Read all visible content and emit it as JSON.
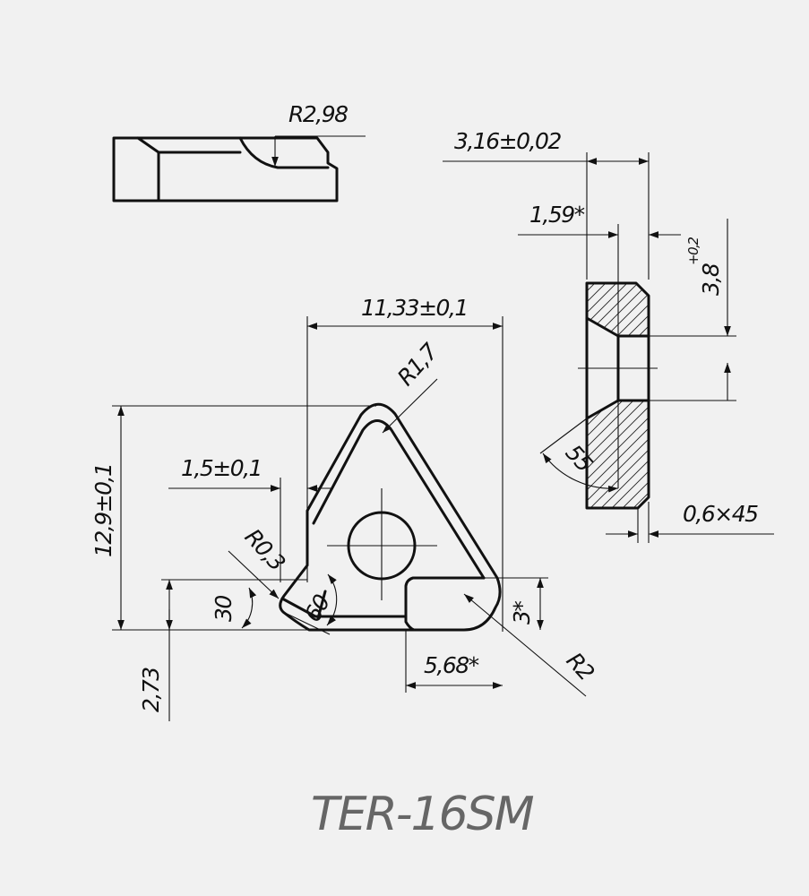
{
  "title": "TER-16SM",
  "dimensions": {
    "r_298": "R2,98",
    "thickness": "3,16±0,02",
    "depth_159": "1,59*",
    "hole_38": "3,8",
    "hole_38_tol": "+0,2",
    "angle_55": "55",
    "chamfer": "0,6×45",
    "width": "11,33±0,1",
    "r_17": "R1,7",
    "offset_15": "1,5±0,1",
    "height": "12,9±0,1",
    "r_03": "R0,3",
    "angle_30": "30",
    "angle_60": "60",
    "dim_3": "3*",
    "r_2": "R2",
    "dim_568": "5,68*",
    "dim_273": "2,73"
  }
}
